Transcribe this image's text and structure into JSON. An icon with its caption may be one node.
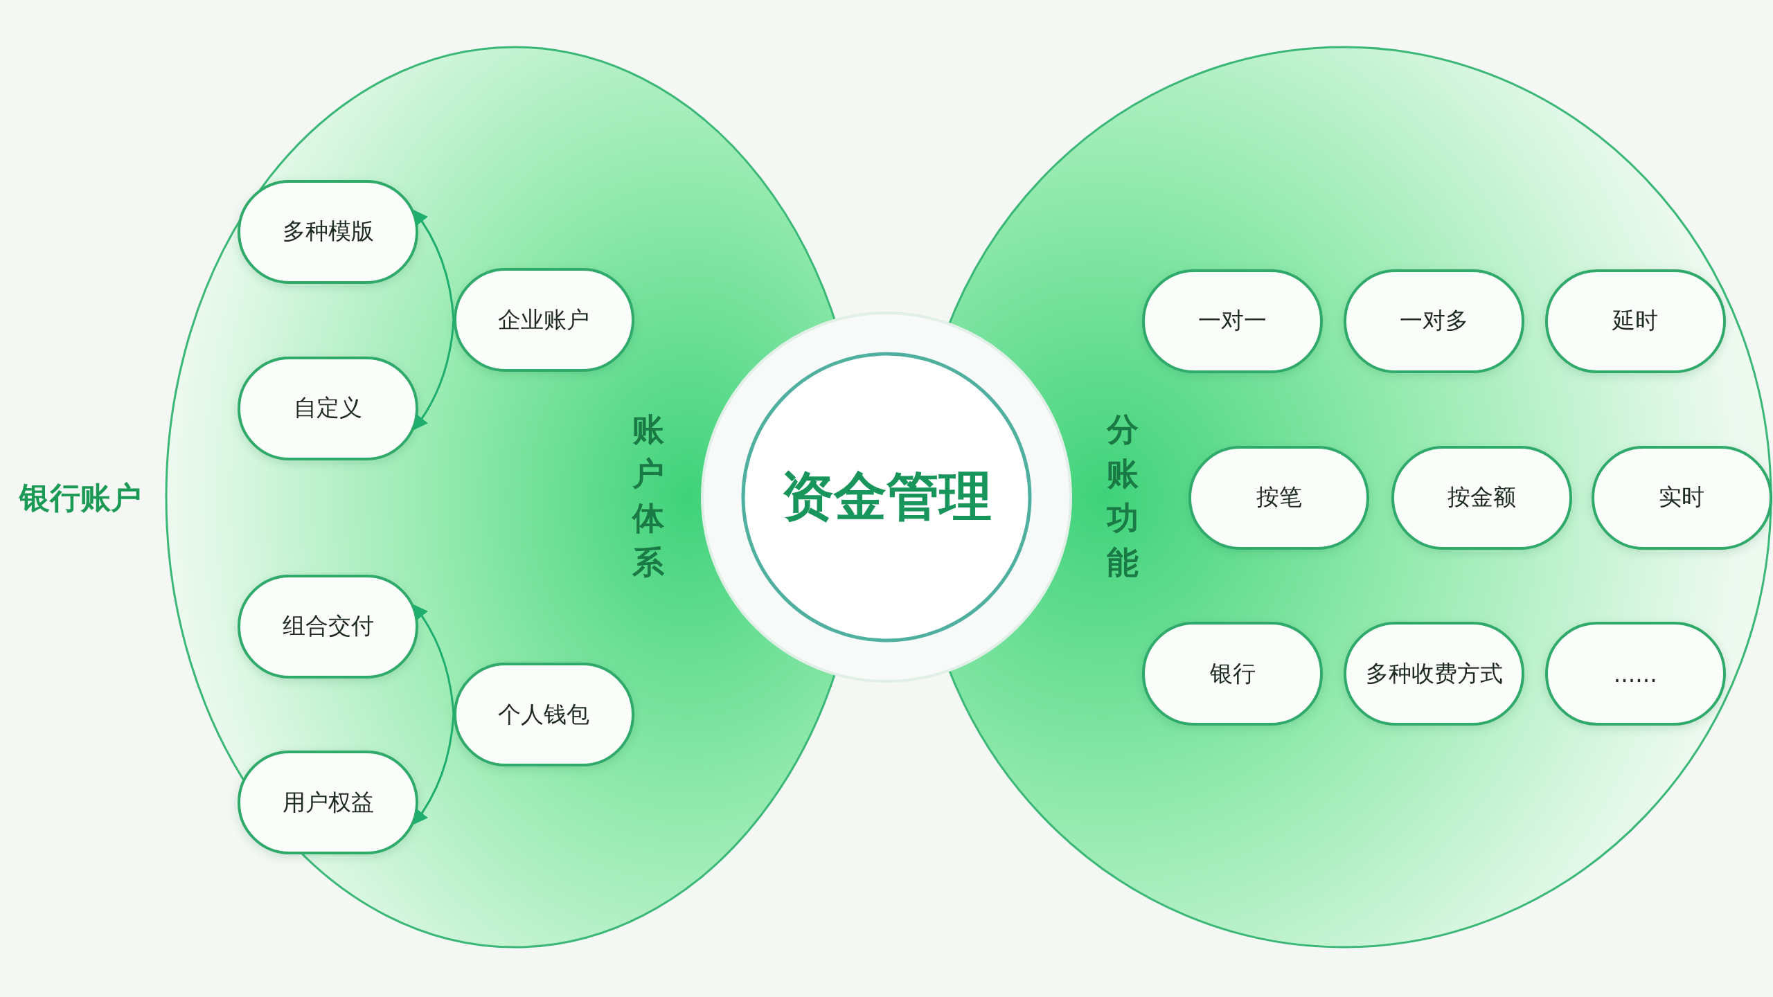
{
  "diagram": {
    "nodes": [
      {
        "text": [
          "资金管理"
        ]
      },
      {
        "text": [
          "账户体系"
        ],
        "beside": [
          "银行账户"
        ]
      },
      {
        "text": [
          "多种模版"
        ],
        "in": 1
      },
      {
        "text": [
          "企业账户"
        ],
        "in": 1
      },
      {
        "text": [
          "自定义"
        ],
        "in": 1
      },
      {
        "text": [
          "组合交付"
        ],
        "in": 1
      },
      {
        "text": [
          "个人钱包"
        ],
        "in": 1
      },
      {
        "text": [
          "用户权益"
        ],
        "in": 1
      },
      {
        "text": [
          "分账功能"
        ]
      },
      {
        "text": [
          "一对一"
        ],
        "in": 8
      },
      {
        "text": [
          "一对多"
        ],
        "in": 8
      },
      {
        "text": [
          "延时"
        ],
        "in": 8
      },
      {
        "text": [
          "按笔"
        ],
        "in": 8
      },
      {
        "text": [
          "按金额"
        ],
        "in": 8
      },
      {
        "text": [
          "实时"
        ],
        "in": 8
      },
      {
        "text": [
          "银行"
        ],
        "in": 8
      },
      {
        "text": [
          "多种收费方式"
        ],
        "in": 8
      },
      {
        "text": [
          "......"
        ],
        "in": 8
      }
    ],
    "edges": [
      {
        "from": 3,
        "to": 2,
        "arrow": "to"
      },
      {
        "from": 3,
        "to": 4,
        "arrow": "to"
      },
      {
        "from": 6,
        "to": 5,
        "arrow": "to"
      },
      {
        "from": 6,
        "to": 7,
        "arrow": "to"
      }
    ]
  }
}
